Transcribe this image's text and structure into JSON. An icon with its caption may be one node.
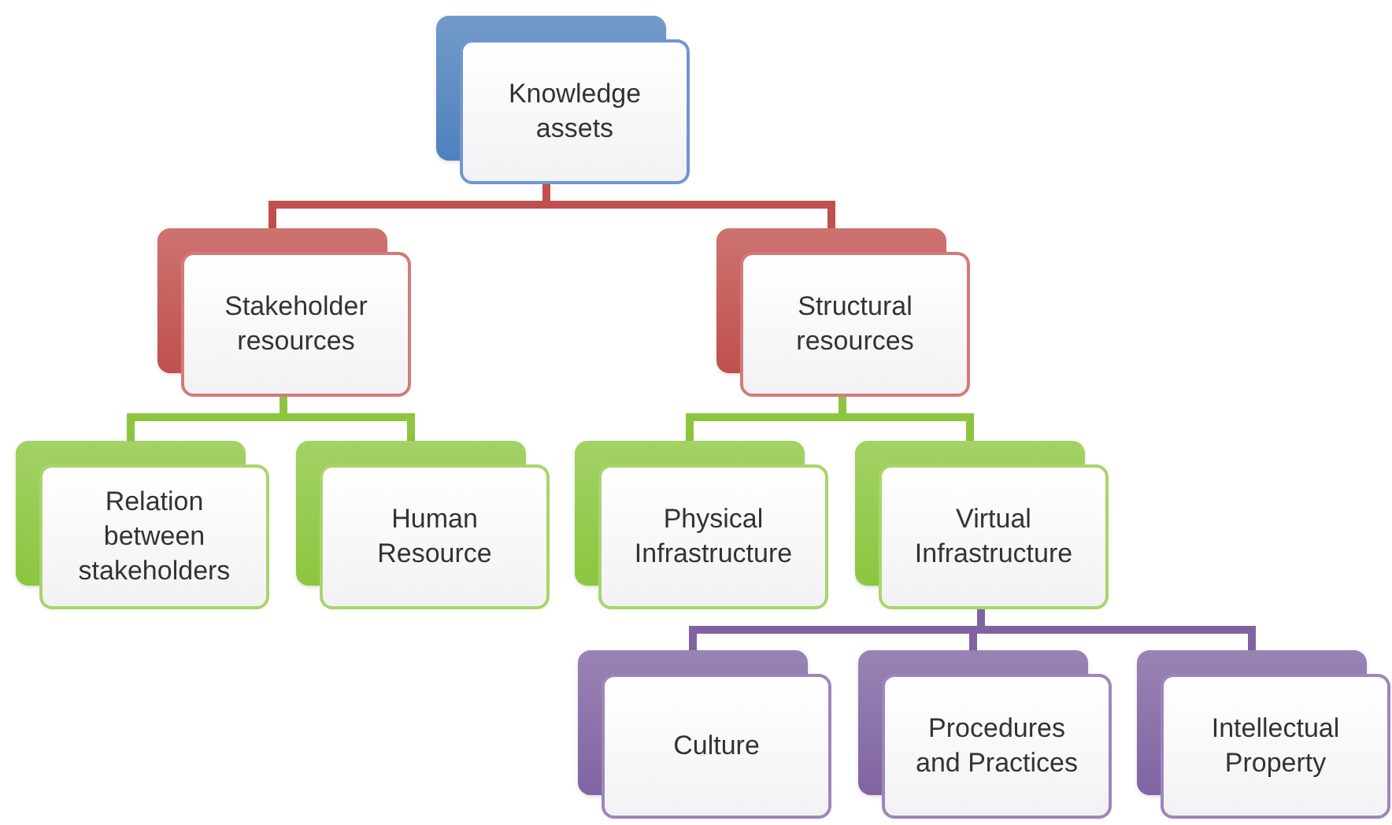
{
  "diagram": {
    "nodes": [
      {
        "text": [
          "Knowledge assets"
        ]
      },
      {
        "text": [
          "Stakeholder resources"
        ]
      },
      {
        "text": [
          "Structural resources"
        ]
      },
      {
        "text": [
          "Relation between stakeholders"
        ]
      },
      {
        "text": [
          "Human Resource"
        ]
      },
      {
        "text": [
          "Physical Infrastructure"
        ]
      },
      {
        "text": [
          "Virtual Infrastructure"
        ]
      },
      {
        "text": [
          "Culture"
        ]
      },
      {
        "text": [
          "Procedures and Practices"
        ]
      },
      {
        "text": [
          "Intellectual Property"
        ]
      }
    ],
    "edges": [
      {
        "from": 0,
        "to": 1,
        "arrow": "none",
        "color": "#c0504d"
      },
      {
        "from": 0,
        "to": 2,
        "arrow": "none",
        "color": "#c0504d"
      },
      {
        "from": 1,
        "to": 3,
        "arrow": "none"
      },
      {
        "from": 1,
        "to": 4,
        "arrow": "none"
      },
      {
        "from": 2,
        "to": 5,
        "arrow": "none"
      },
      {
        "from": 2,
        "to": 6,
        "arrow": "none"
      },
      {
        "from": 6,
        "to": 7,
        "arrow": "none",
        "color": "#8064a2"
      },
      {
        "from": 6,
        "to": 8,
        "arrow": "none",
        "color": "#8064a2"
      },
      {
        "from": 6,
        "to": 9,
        "arrow": "none",
        "color": "#8064a2"
      }
    ]
  }
}
